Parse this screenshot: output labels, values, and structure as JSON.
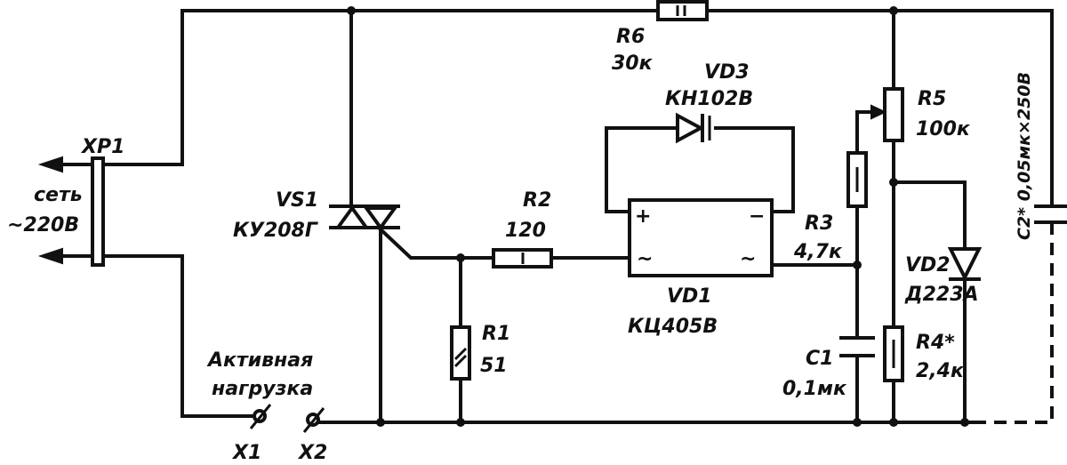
{
  "labels": {
    "xp1": "XP1",
    "mains": "сеть",
    "voltage": "~220В",
    "vs1": "VS1",
    "vs1_type": "КУ208Г",
    "r6": "R6",
    "r6_val": "30к",
    "vd3": "VD3",
    "vd3_type": "КН102В",
    "r5": "R5",
    "r5_val": "100к",
    "c2": "С2* 0,05мк×250В",
    "r2": "R2",
    "r2_val": "120",
    "r3": "R3",
    "r3_val": "4,7к",
    "vd2": "VD2",
    "vd2_type": "Д223А",
    "vd1": "VD1",
    "vd1_type": "КЦ405В",
    "r1": "R1",
    "r1_val": "51",
    "load_line1": "Активная",
    "load_line2": "нагрузка",
    "c1": "С1",
    "c1_val": "0,1мк",
    "r4": "R4*",
    "r4_val": "2,4к",
    "x1": "X1",
    "x2": "X2",
    "bridge_plus": "+",
    "bridge_minus": "−",
    "bridge_ac_left": "~",
    "bridge_ac_right": "~"
  }
}
